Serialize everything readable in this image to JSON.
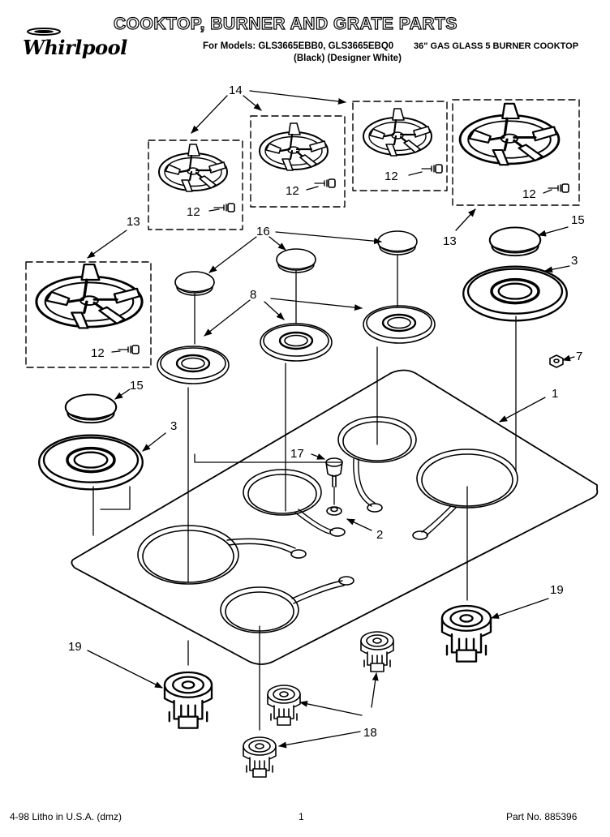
{
  "header": {
    "brand": "Whirlpool",
    "title": "COOKTOP, BURNER AND GRATE PARTS",
    "models": "For Models: GLS3665EBB0, GLS3665EBQ0",
    "description": "36\" GAS GLASS 5 BURNER COOKTOP",
    "colors": "(Black) (Designer White)"
  },
  "callouts": {
    "c14": "14",
    "c12": "12",
    "c13": "13",
    "c15": "15",
    "c16": "16",
    "c3": "3",
    "c8": "8",
    "c7": "7",
    "c1": "1",
    "c17": "17",
    "c2": "2",
    "c19": "19",
    "c18": "18"
  },
  "footer": {
    "litho": "4-98 Litho in U.S.A. (dmz)",
    "page": "1",
    "part_no": "Part No. 885396"
  },
  "icons": {
    "logo": "whirlpool-logo"
  }
}
